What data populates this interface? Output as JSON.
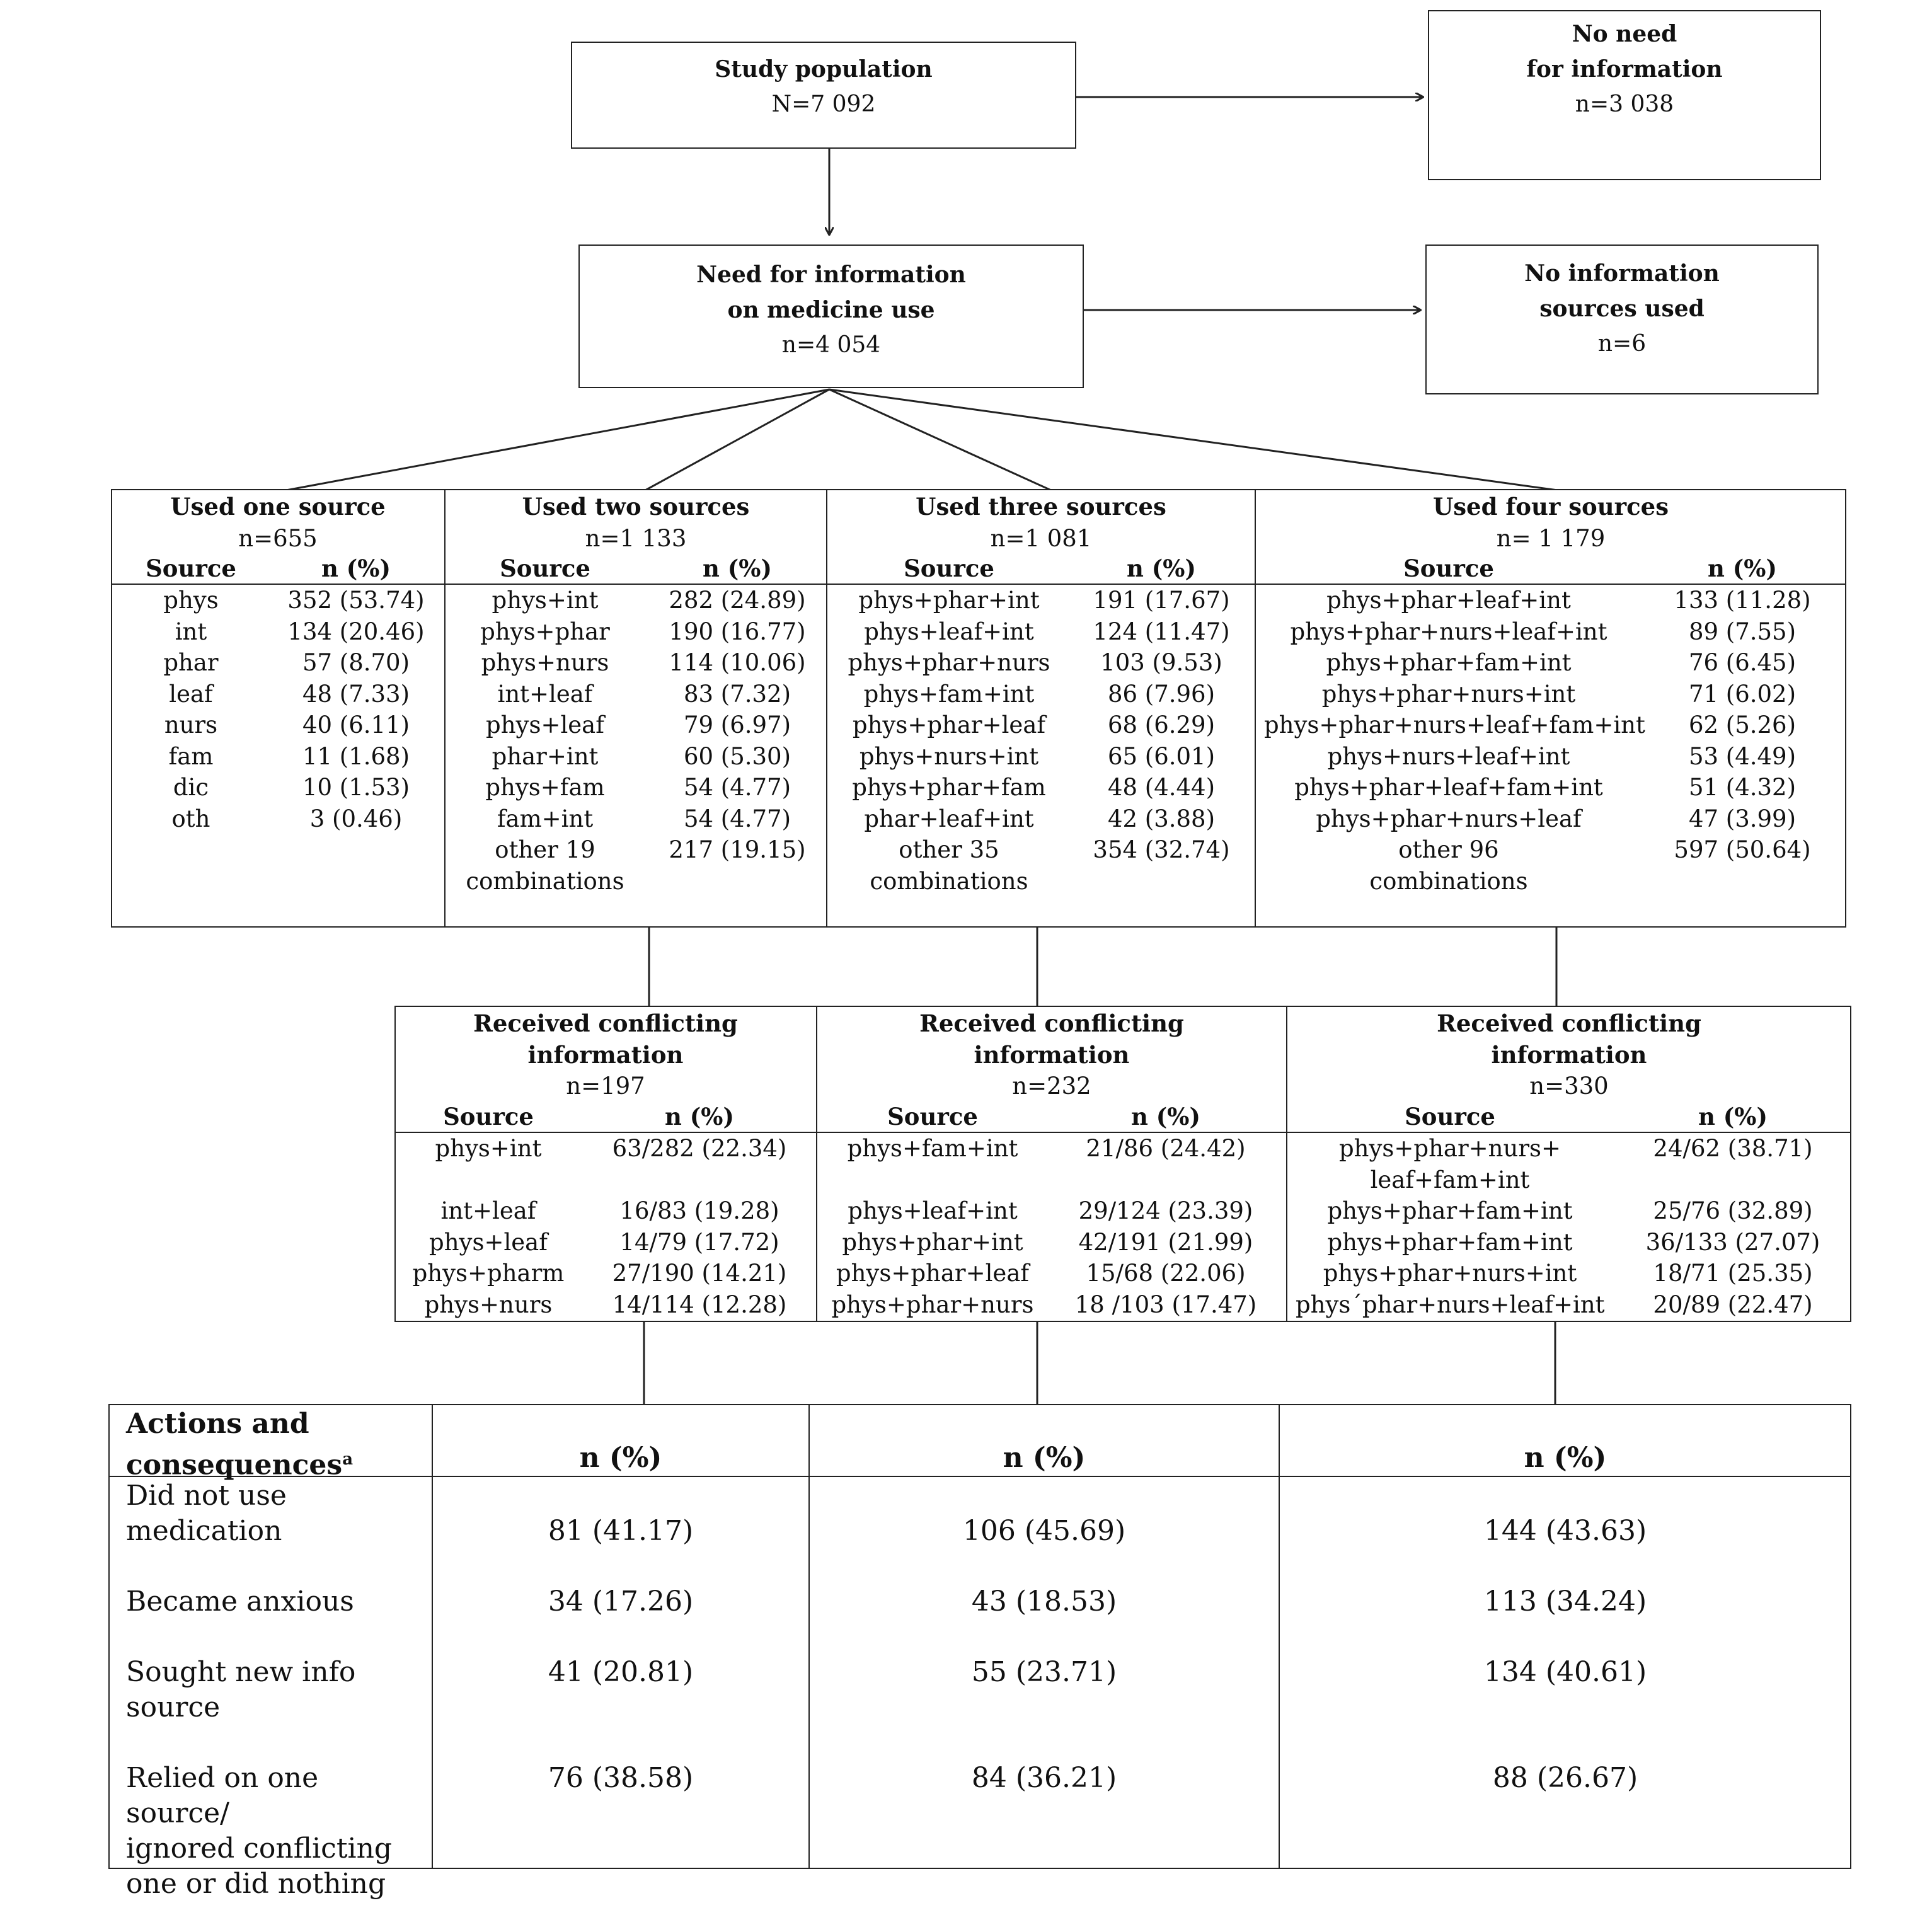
{
  "top": {
    "study": {
      "title": "Study population",
      "n": "N=7 092"
    },
    "no_need": {
      "title_line1": "No need",
      "title_line2": "for information",
      "n": "n=3 038"
    },
    "need": {
      "title_line1": "Need for information",
      "title_line2": "on medicine use",
      "n": "n=4 054"
    },
    "no_sources": {
      "title_line1": "No information",
      "title_line2": "sources used",
      "n": "n=6"
    }
  },
  "sources": {
    "col_source": "Source",
    "col_n": "n (%)",
    "groups": [
      {
        "title": "Used one source",
        "n": "n=655",
        "rows": [
          {
            "source": "phys",
            "n": "352 (53.74)"
          },
          {
            "source": "int",
            "n": "134 (20.46)"
          },
          {
            "source": "phar",
            "n": "57 (8.70)"
          },
          {
            "source": "leaf",
            "n": "48 (7.33)"
          },
          {
            "source": "nurs",
            "n": "40 (6.11)"
          },
          {
            "source": "fam",
            "n": "11 (1.68)"
          },
          {
            "source": "dic",
            "n": "10 (1.53)"
          },
          {
            "source": "oth",
            "n": "3 (0.46)"
          }
        ]
      },
      {
        "title": "Used two sources",
        "n": "n=1 133",
        "rows": [
          {
            "source": "phys+int",
            "n": "282 (24.89)"
          },
          {
            "source": "phys+phar",
            "n": "190 (16.77)"
          },
          {
            "source": "phys+nurs",
            "n": "114 (10.06)"
          },
          {
            "source": "int+leaf",
            "n": "83 (7.32)"
          },
          {
            "source": "phys+leaf",
            "n": "79 (6.97)"
          },
          {
            "source": "phar+int",
            "n": "60 (5.30)"
          },
          {
            "source": "phys+fam",
            "n": "54 (4.77)"
          },
          {
            "source": "fam+int",
            "n": "54 (4.77)"
          },
          {
            "source": "other 19",
            "n": "217 (19.15)"
          },
          {
            "source": "combinations",
            "n": ""
          }
        ]
      },
      {
        "title": "Used three sources",
        "n": "n=1 081",
        "rows": [
          {
            "source": "phys+phar+int",
            "n": "191 (17.67)"
          },
          {
            "source": "phys+leaf+int",
            "n": "124 (11.47)"
          },
          {
            "source": "phys+phar+nurs",
            "n": "103 (9.53)"
          },
          {
            "source": "phys+fam+int",
            "n": "86 (7.96)"
          },
          {
            "source": "phys+phar+leaf",
            "n": "68 (6.29)"
          },
          {
            "source": "phys+nurs+int",
            "n": "65 (6.01)"
          },
          {
            "source": "phys+phar+fam",
            "n": "48 (4.44)"
          },
          {
            "source": "phar+leaf+int",
            "n": "42 (3.88)"
          },
          {
            "source": "other 35",
            "n": "354 (32.74)"
          },
          {
            "source": "combinations",
            "n": ""
          }
        ]
      },
      {
        "title": "Used four sources",
        "n": "n= 1 179",
        "rows": [
          {
            "source": "phys+phar+leaf+int",
            "n": "133 (11.28)"
          },
          {
            "source": "phys+phar+nurs+leaf+int",
            "n": "89 (7.55)"
          },
          {
            "source": "phys+phar+fam+int",
            "n": "76 (6.45)"
          },
          {
            "source": "phys+phar+nurs+int",
            "n": "71 (6.02)"
          },
          {
            "source": "phys+phar+nurs+leaf+fam+int",
            "n": "62 (5.26)"
          },
          {
            "source": "phys+nurs+leaf+int",
            "n": "53 (4.49)"
          },
          {
            "source": "phys+phar+leaf+fam+int",
            "n": "51 (4.32)"
          },
          {
            "source": "phys+phar+nurs+leaf",
            "n": "47 (3.99)"
          },
          {
            "source": "other 96",
            "n": "597 (50.64)"
          },
          {
            "source": "combinations",
            "n": ""
          }
        ]
      }
    ]
  },
  "conflicting": {
    "title_line1": "Received conflicting",
    "title_line2": "information",
    "col_source": "Source",
    "col_n": "n (%)",
    "groups": [
      {
        "n": "n=197",
        "rows": [
          {
            "source": "phys+int",
            "n": "63/282 (22.34)"
          },
          {
            "source": "",
            "n": ""
          },
          {
            "source": "int+leaf",
            "n": "16/83 (19.28)"
          },
          {
            "source": "phys+leaf",
            "n": "14/79 (17.72)"
          },
          {
            "source": "phys+pharm",
            "n": "27/190 (14.21)"
          },
          {
            "source": "phys+nurs",
            "n": "14/114 (12.28)"
          }
        ]
      },
      {
        "n": "n=232",
        "rows": [
          {
            "source": "phys+fam+int",
            "n": "21/86 (24.42)"
          },
          {
            "source": "",
            "n": ""
          },
          {
            "source": "phys+leaf+int",
            "n": "29/124 (23.39)"
          },
          {
            "source": "phys+phar+int",
            "n": "42/191 (21.99)"
          },
          {
            "source": "phys+phar+leaf",
            "n": "15/68 (22.06)"
          },
          {
            "source": "phys+phar+nurs",
            "n": "18 /103 (17.47)"
          }
        ]
      },
      {
        "n": "n=330",
        "rows": [
          {
            "source": "phys+phar+nurs+",
            "n": "24/62 (38.71)"
          },
          {
            "source": "leaf+fam+int",
            "n": ""
          },
          {
            "source": "phys+phar+fam+int",
            "n": "25/76 (32.89)"
          },
          {
            "source": "phys+phar+fam+int",
            "n": "36/133 (27.07)"
          },
          {
            "source": "phys+phar+nurs+int",
            "n": "18/71 (25.35)"
          },
          {
            "source": "phys´phar+nurs+leaf+int",
            "n": "20/89 (22.47)"
          }
        ]
      }
    ]
  },
  "actions": {
    "header_line1": "Actions and",
    "header_line2": "consequences",
    "header_sup": "a",
    "col_n": "n (%)",
    "rows": [
      {
        "label_lines": [
          "Did not use",
          "medication"
        ],
        "values": [
          "81 (41.17)",
          "106 (45.69)",
          "144 (43.63)"
        ]
      },
      {
        "label_lines": [
          "Became anxious"
        ],
        "values": [
          "34 (17.26)",
          "43 (18.53)",
          "113 (34.24)"
        ]
      },
      {
        "label_lines": [
          "Sought new info",
          "source"
        ],
        "values": [
          "41 (20.81)",
          "55 (23.71)",
          "134 (40.61)"
        ]
      },
      {
        "label_lines": [
          "Relied on one source/",
          "ignored conflicting",
          "one or did nothing"
        ],
        "values": [
          "76 (38.58)",
          "84 (36.21)",
          "88 (26.67)"
        ]
      }
    ]
  }
}
